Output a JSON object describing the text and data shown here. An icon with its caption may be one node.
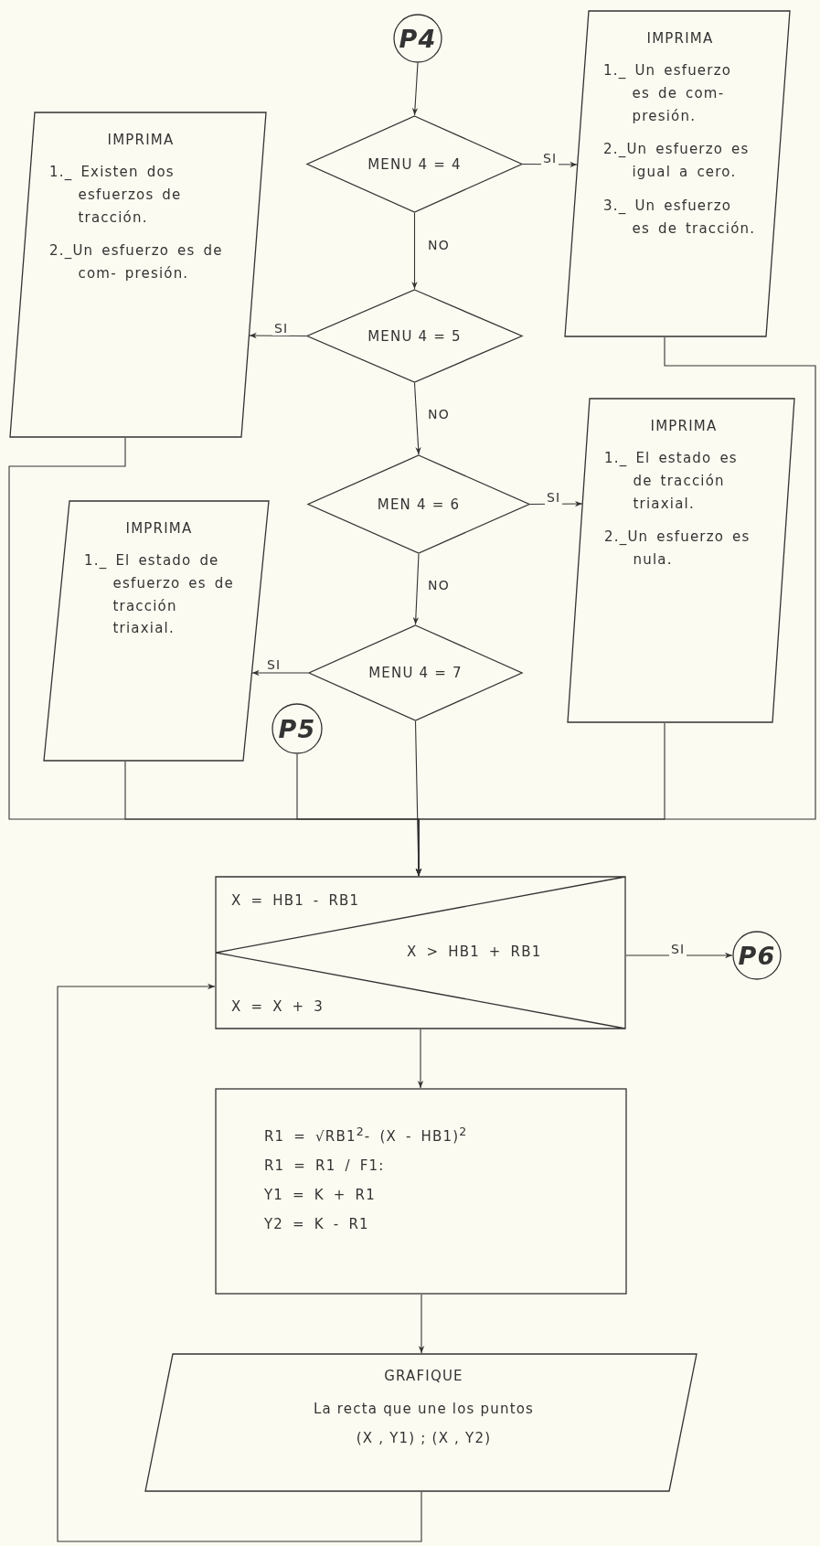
{
  "diagram": {
    "nodes": [
      {
        "text": [
          "P4"
        ]
      },
      {
        "text": [
          "MENU 4 = 4"
        ]
      },
      {
        "text": [
          "IMPRIMA",
          "1._ Un esfuerzo es de com- presión.",
          "2._Un esfuerzo es igual a cero.",
          "3._ Un esfuerzo es de tracción."
        ]
      },
      {
        "text": [
          "MENU 4 = 5"
        ]
      },
      {
        "text": [
          "IMPRIMA",
          "1._ Existen dos esfuerzos de tracción.",
          "2._Un esfuerzo es de com- presión."
        ]
      },
      {
        "text": [
          "MEN 4 = 6"
        ]
      },
      {
        "text": [
          "IMPRIMA",
          "1._ El estado es de tracción triaxial.",
          "2._Un esfuerzo es nula."
        ]
      },
      {
        "text": [
          "MENU 4 = 7"
        ]
      },
      {
        "text": [
          "IMPRIMA",
          "1._ El estado de esfuerzo es de tracción triaxial."
        ]
      },
      {
        "text": [
          "P5"
        ]
      },
      {
        "text": [
          "X = HB1 - RB1",
          "X > HB1 + RB1",
          "X = X + 3"
        ]
      },
      {
        "text": [
          "P6"
        ]
      },
      {
        "text": [
          "R1 = √RB1$^{2}$- (X - HB1)$^{2}$",
          "R1 = R1 / F1:",
          "Y1 = K + R1",
          "Y2 = K - R1"
        ]
      },
      {
        "text": [
          "GRAFIQUE",
          "La recta que une los puntos",
          "(X , Y1) ; (X , Y2)"
        ]
      }
    ],
    "edges": [
      {
        "from": 0,
        "to": 1,
        "arrow": "to"
      },
      {
        "from": 1,
        "to": 2,
        "arrow": "to",
        "label": "SI"
      },
      {
        "from": 1,
        "to": 3,
        "arrow": "to",
        "label": "NO"
      },
      {
        "from": 3,
        "to": 4,
        "arrow": "to",
        "label": "SI"
      },
      {
        "from": 3,
        "to": 5,
        "arrow": "to",
        "label": "NO"
      },
      {
        "from": 5,
        "to": 6,
        "arrow": "to",
        "label": "SI"
      },
      {
        "from": 5,
        "to": 7,
        "arrow": "to",
        "label": "NO"
      },
      {
        "from": 7,
        "to": 8,
        "arrow": "to",
        "label": "SI"
      },
      {
        "from": 2,
        "to": 10,
        "arrow": "to"
      },
      {
        "from": 4,
        "to": 10,
        "arrow": "to"
      },
      {
        "from": 6,
        "to": 10,
        "arrow": "to"
      },
      {
        "from": 8,
        "to": 10,
        "arrow": "to"
      },
      {
        "from": 9,
        "to": 10,
        "arrow": "to"
      },
      {
        "from": 7,
        "to": 10,
        "arrow": "to"
      },
      {
        "from": 10,
        "to": 11,
        "arrow": "to",
        "label": "SI"
      },
      {
        "from": 10,
        "to": 12,
        "arrow": "to"
      },
      {
        "from": 12,
        "to": 13,
        "arrow": "to"
      },
      {
        "from": 13,
        "to": 10,
        "arrow": "to"
      }
    ]
  }
}
